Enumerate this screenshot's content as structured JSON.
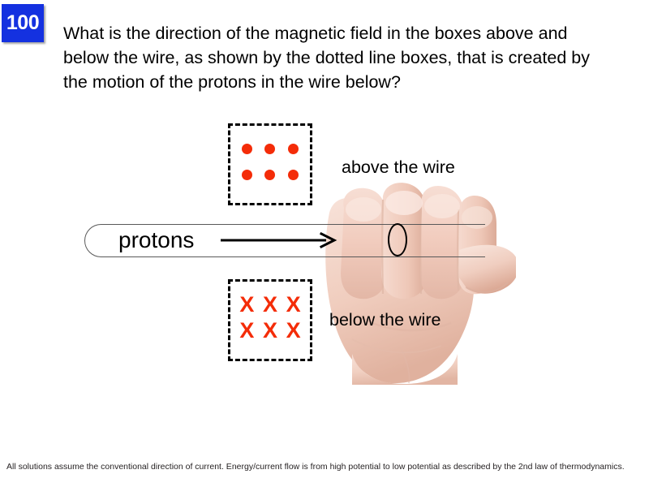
{
  "slide": {
    "points_badge": {
      "value": "100",
      "background_color": "#1431e0",
      "text_color": "#ffffff"
    },
    "question": "What is the direction of the magnetic field in the boxes above and below the wire, as shown by the dotted line boxes, that is created by the motion of the protons in the wire below?",
    "diagram": {
      "field_box_above": {
        "label": "above the wire",
        "symbol": "dot",
        "symbol_meaning": "field out of the page",
        "symbol_color": "#f42c08",
        "rows": 2,
        "columns": 3,
        "count": 6
      },
      "field_box_below": {
        "label": "below the wire",
        "symbol": "cross",
        "symbol_glyph": "X",
        "symbol_meaning": "field into the page",
        "symbol_color": "#f42c08",
        "rows": 2,
        "columns": 3,
        "count": 6
      },
      "wire": {
        "label": "protons",
        "arrow_direction": "right",
        "outline_color": "#595959"
      },
      "hand": {
        "name": "right-hand-rule-hand",
        "description": "right hand gripping the wire with thumb pointing right"
      }
    },
    "footer_note": "All solutions assume the conventional direction of current. Energy/current flow is from high potential to low potential as described by the 2nd law of thermodynamics."
  }
}
